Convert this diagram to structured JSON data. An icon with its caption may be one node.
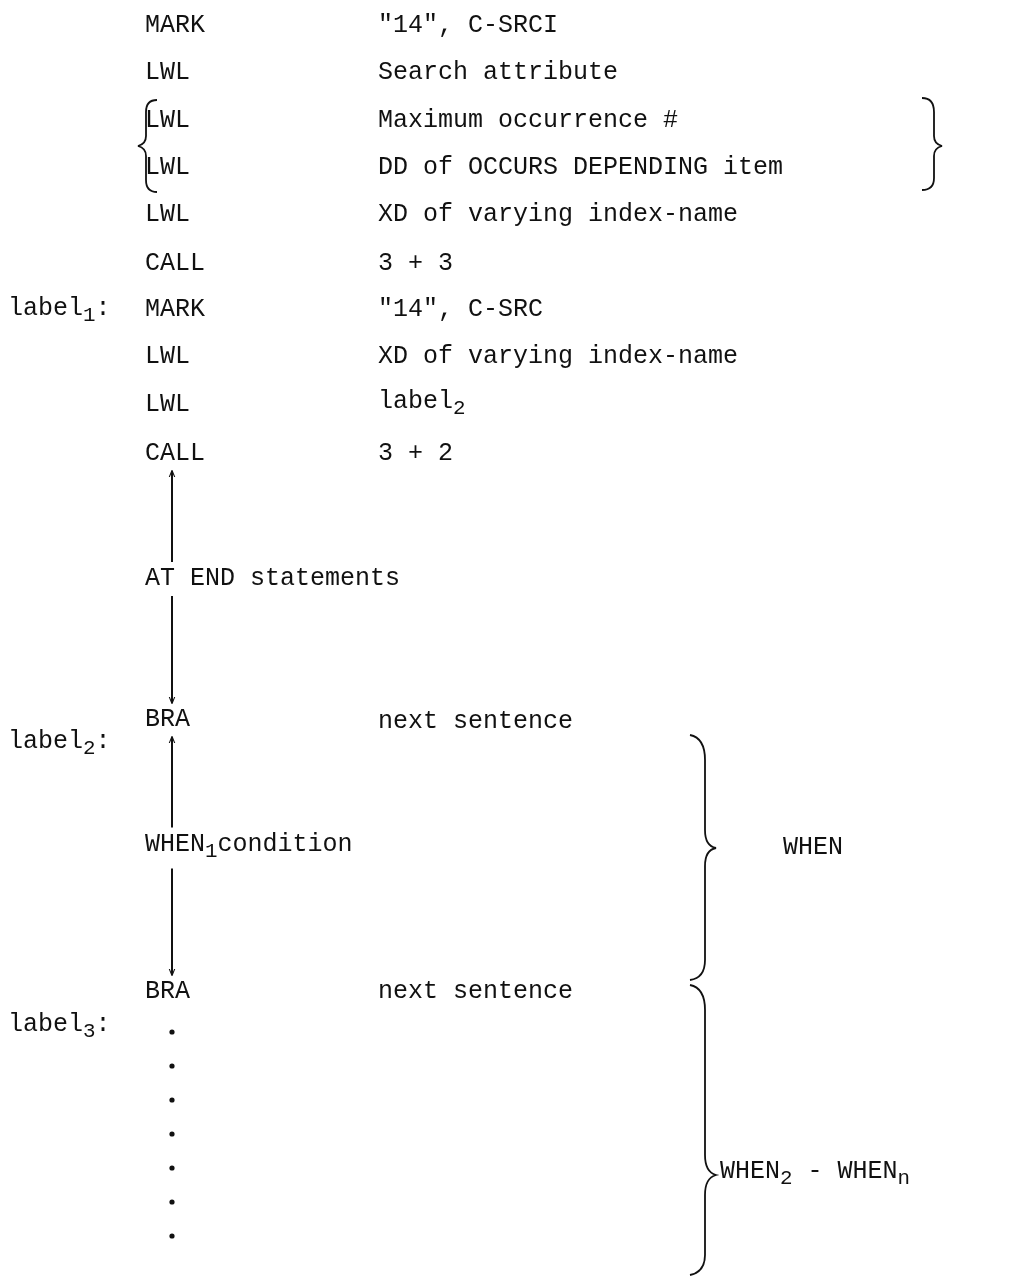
{
  "diagram": {
    "nodes": [
      {
        "text": [
          "CALL"
        ]
      },
      {
        "text": [
          "AT END statements"
        ]
      },
      {
        "text": [
          "BRA"
        ]
      },
      {
        "text": [
          "WHEN$_{1}$condition"
        ]
      },
      {
        "text": [
          "BRA"
        ]
      }
    ],
    "edges": [
      {
        "from": 1,
        "to": 0,
        "arrow": "to"
      },
      {
        "from": 1,
        "to": 2,
        "arrow": "to"
      },
      {
        "from": 3,
        "to": 2,
        "arrow": "to"
      },
      {
        "from": 3,
        "to": 4,
        "arrow": "to"
      }
    ],
    "labels": [
      "MARK",
      "\"14\", C-SRCI",
      "LWL",
      "Search attribute",
      "LWL",
      "Maximum occurrence #",
      "LWL",
      "DD of OCCURS DEPENDING item",
      "LWL",
      "XD of varying index-name",
      "CALL",
      "3 + 3",
      "label$_{1}$:",
      "MARK",
      "\"14\", C-SRC",
      "LWL",
      "XD of varying index-name",
      "LWL",
      "label$_{2}$",
      "3 + 2",
      "label$_{2}$:",
      "next sentence",
      "WHEN",
      "next sentence",
      "label$_{3}$:",
      "WHEN$_{2}$ - WHEN$_{n}$"
    ]
  }
}
